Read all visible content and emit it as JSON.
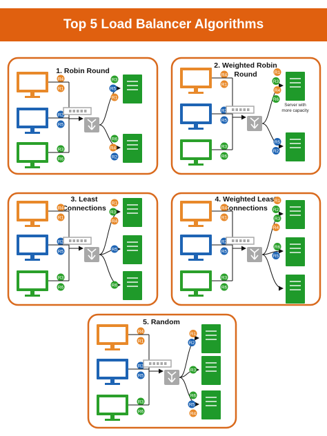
{
  "page": {
    "title": "Top 5 Load Balancer Algorithms"
  },
  "colors": {
    "banner": "#e0600f",
    "panel_border": "#d96a1d",
    "orange": "#e8892a",
    "blue": "#1e64b4",
    "green": "#2aa02a",
    "server_green": "#1f9a2a",
    "lb_gray": "#a8a8a8",
    "arrow": "#111111"
  },
  "icons": {
    "client": "monitor-icon",
    "server": "server-icon",
    "balancer": "load-balancer-icon"
  },
  "panels": [
    {
      "id": "robin-round",
      "title_lines": [
        "1. Robin Round"
      ],
      "client_badges": [
        [
          "R4",
          "R1"
        ],
        [
          "R2",
          "R5"
        ],
        [
          "R3",
          "R6"
        ]
      ],
      "client_badge_colors": [
        [
          "orange",
          "orange"
        ],
        [
          "blue",
          "blue"
        ],
        [
          "green",
          "green"
        ]
      ],
      "server_badges": [
        [
          [
            "R3",
            "green"
          ],
          [
            "R5",
            "blue"
          ],
          [
            "R1",
            "orange"
          ]
        ],
        [
          [
            "R6",
            "green"
          ],
          [
            "R4",
            "orange"
          ],
          [
            "R2",
            "blue"
          ]
        ]
      ],
      "server_note": ""
    },
    {
      "id": "weighted-robin-round",
      "title_lines": [
        "2. Weighted Robin",
        "Round"
      ],
      "client_badges": [
        [
          "R4",
          "R1"
        ],
        [
          "R2",
          "R5"
        ],
        [
          "R3",
          "R6"
        ]
      ],
      "client_badge_colors": [
        [
          "orange",
          "orange"
        ],
        [
          "blue",
          "blue"
        ],
        [
          "green",
          "green"
        ]
      ],
      "server_badges": [
        [
          [
            "R1",
            "orange"
          ],
          [
            "R3",
            "green"
          ],
          [
            "R4",
            "orange"
          ],
          [
            "R6",
            "green"
          ]
        ],
        [
          [
            "R5",
            "blue"
          ],
          [
            "R2",
            "blue"
          ]
        ]
      ],
      "server_note": "Server with more capacity"
    },
    {
      "id": "least-connections",
      "title_lines": [
        "3. Least",
        "Connections"
      ],
      "client_badges": [
        [
          "R4",
          "R1"
        ],
        [
          "R2",
          "R5"
        ],
        [
          "R3",
          "R6"
        ]
      ],
      "client_badge_colors": [
        [
          "orange",
          "orange"
        ],
        [
          "blue",
          "blue"
        ],
        [
          "green",
          "green"
        ]
      ],
      "server_badges": [
        [
          [
            "R1",
            "orange"
          ],
          [
            "R3",
            "green"
          ],
          [
            "R4",
            "orange"
          ]
        ],
        [
          [
            "R5",
            "blue"
          ]
        ],
        [
          [
            "R6",
            "green"
          ]
        ]
      ],
      "server_note": ""
    },
    {
      "id": "weighted-least-connections",
      "title_lines": [
        "4. Weighted Least",
        "Connections"
      ],
      "client_badges": [
        [
          "R4",
          "R1"
        ],
        [
          "R2",
          "R5"
        ],
        [
          "R3",
          "R6"
        ]
      ],
      "client_badge_colors": [
        [
          "orange",
          "orange"
        ],
        [
          "blue",
          "blue"
        ],
        [
          "green",
          "green"
        ]
      ],
      "server_badges": [
        [
          [
            "R1",
            "orange"
          ],
          [
            "R2",
            "green"
          ],
          [
            "R3",
            "green"
          ],
          [
            "R4",
            "orange"
          ]
        ],
        [
          [
            "R6",
            "green"
          ],
          [
            "R5",
            "blue"
          ]
        ]
      ],
      "server_note": ""
    },
    {
      "id": "random",
      "title_lines": [
        "5. Random"
      ],
      "client_badges": [
        [
          "R4",
          "R1"
        ],
        [
          "R2",
          "R5"
        ],
        [
          "R3",
          "R6"
        ]
      ],
      "client_badge_colors": [
        [
          "orange",
          "orange"
        ],
        [
          "blue",
          "blue"
        ],
        [
          "green",
          "green"
        ]
      ],
      "server_badges": [
        [
          [
            "R1",
            "orange"
          ],
          [
            "R2",
            "blue"
          ]
        ],
        [
          [
            "R3",
            "green"
          ]
        ],
        [
          [
            "R6",
            "green"
          ],
          [
            "R5",
            "blue"
          ],
          [
            "R4",
            "orange"
          ]
        ]
      ],
      "server_note": ""
    }
  ]
}
